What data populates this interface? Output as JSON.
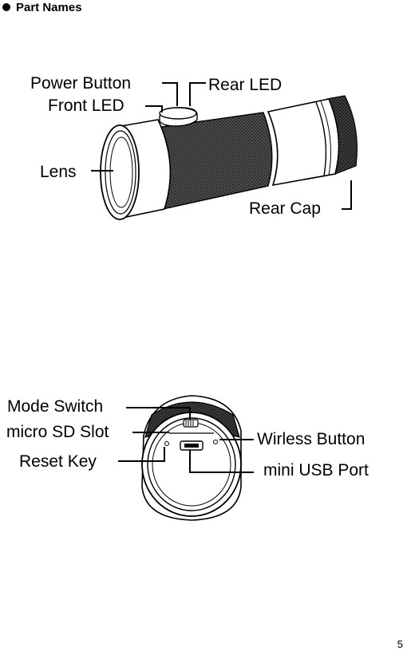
{
  "heading": {
    "bullet_icon": "filled-circle",
    "text": "Part Names"
  },
  "figure1": {
    "labels": {
      "power_button": "Power Button",
      "rear_led": "Rear LED",
      "front_led": "Front LED",
      "lens": "Lens",
      "rear_cap": "Rear Cap"
    }
  },
  "figure2": {
    "labels": {
      "mode_switch": "Mode Switch",
      "micro_sd_slot": "micro SD Slot",
      "reset_key": "Reset Key",
      "wireless_button": "Wirless Button",
      "mini_usb_port": "mini USB Port"
    }
  },
  "page_number": "5"
}
